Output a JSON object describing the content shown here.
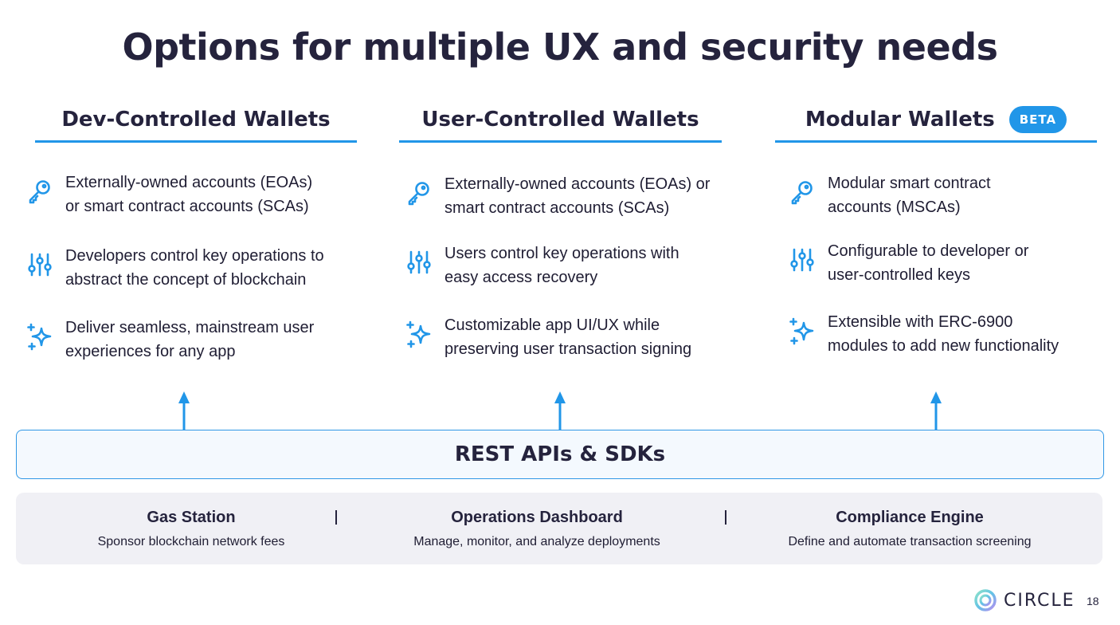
{
  "title": "Options for multiple UX and security needs",
  "columns": [
    {
      "heading": "Dev-Controlled Wallets",
      "features": [
        {
          "icon": "key-icon",
          "line1": "Externally-owned accounts (EOAs)",
          "line2": "or smart contract accounts (SCAs)"
        },
        {
          "icon": "sliders-icon",
          "line1": "Developers control key operations to",
          "line2": "abstract the concept of blockchain"
        },
        {
          "icon": "sparkle-icon",
          "line1": "Deliver seamless, mainstream user",
          "line2": "experiences for any app"
        }
      ]
    },
    {
      "heading": "User-Controlled Wallets",
      "features": [
        {
          "icon": "key-icon",
          "line1": "Externally-owned accounts (EOAs) or",
          "line2": "smart contract accounts (SCAs)"
        },
        {
          "icon": "sliders-icon",
          "line1": "Users control key operations with",
          "line2": "easy access recovery"
        },
        {
          "icon": "sparkle-icon",
          "line1": "Customizable app UI/UX while",
          "line2": "preserving user transaction signing"
        }
      ]
    },
    {
      "heading": "Modular Wallets",
      "badge": "BETA",
      "features": [
        {
          "icon": "key-icon",
          "line1": "Modular smart contract",
          "line2": "accounts (MSCAs)"
        },
        {
          "icon": "sliders-icon",
          "line1": "Configurable to developer or",
          "line2": "user-controlled keys"
        },
        {
          "icon": "sparkle-icon",
          "line1": "Extensible with ERC-6900",
          "line2": "modules to add new functionality"
        }
      ]
    }
  ],
  "api_bar": "REST APIs & SDKs",
  "services": [
    {
      "name": "Gas Station",
      "desc": "Sponsor blockchain network fees"
    },
    {
      "name": "Operations Dashboard",
      "desc": "Manage, monitor, and analyze deployments"
    },
    {
      "name": "Compliance Engine",
      "desc": "Define and automate transaction screening"
    }
  ],
  "brand": "CIRCLE",
  "page_number": "18",
  "colors": {
    "accent": "#2196e8",
    "text": "#25233d",
    "panel": "#f0f0f5"
  }
}
